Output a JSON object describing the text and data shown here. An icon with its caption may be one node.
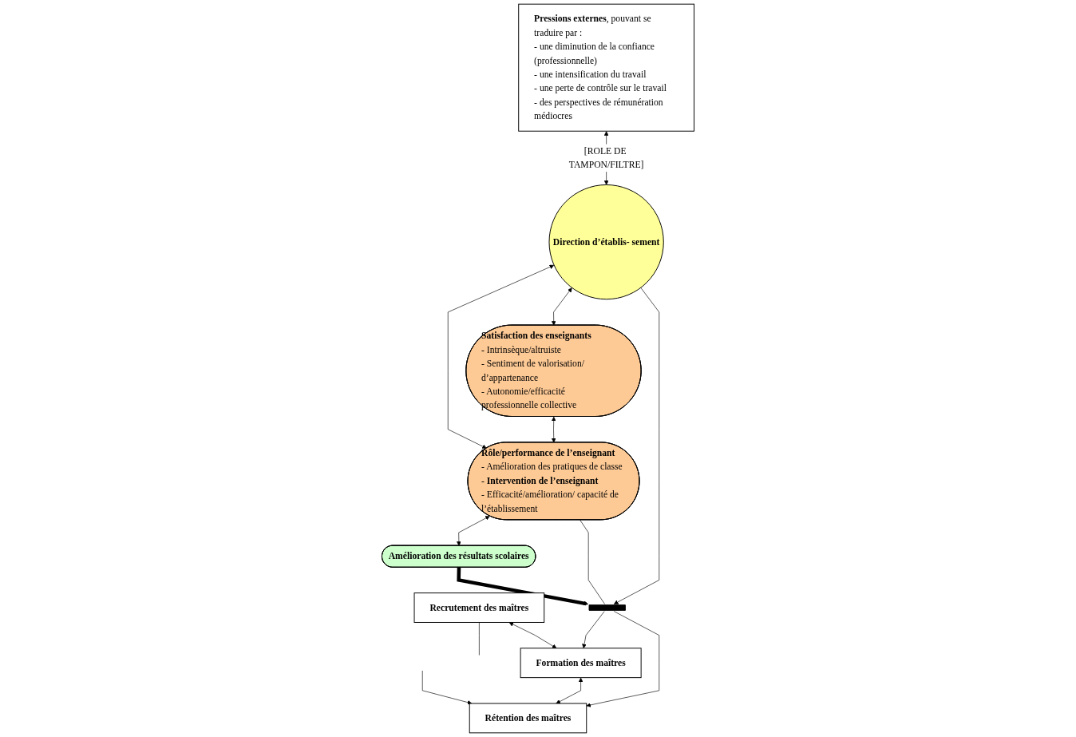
{
  "diagram": {
    "nodes": [
      {
        "text": [
          "Satisfaction des enseignants",
          "- Intrinsèque/altruiste",
          "- Sentiment de valorisation/ d’appartenance",
          "- Autonomie/efficacité professionnelle collective"
        ]
      },
      {
        "text": [
          "Recrutement des maîtres"
        ]
      },
      {
        "text": [
          "Direction d’établis- sement"
        ]
      },
      {
        "text": [
          "Formation des maîtres"
        ]
      },
      {
        "text": [],
        "shape": "bar"
      },
      {
        "text": [
          "Rôle/performance de l’enseignant",
          "- Amélioration des pratiques de classe",
          "- **Intervention de l’enseignant**",
          "- Efficacité/amélioration/ capacité de l’établissement"
        ]
      },
      {
        "text": [
          "Rétention des maîtres"
        ]
      },
      {
        "text": [
          "**Pressions externes**, pouvant se traduire par :",
          "- une diminution de la confiance (professionnelle)",
          "- une intensification du travail",
          "- une perte de contrôle sur le travail",
          "- des perspectives de rémunération médiocres"
        ]
      },
      {
        "text": [
          "Amélioration des résultats scolaires"
        ]
      }
    ],
    "edges": [
      {
        "from": 2,
        "to": 0,
        "arrow": "both"
      },
      {
        "from": 0,
        "to": 5,
        "arrow": "both"
      },
      {
        "from": 2,
        "to": 5,
        "arrow": "both"
      },
      {
        "from": 2,
        "to": 4,
        "arrow": "to"
      },
      {
        "from": 5,
        "to": 4,
        "arrow": "none"
      },
      {
        "from": 8,
        "to": 4,
        "arrow": "to",
        "style": "thick"
      },
      {
        "from": 4,
        "to": 3,
        "arrow": "to"
      },
      {
        "from": 4,
        "to": 6,
        "arrow": "to"
      },
      {
        "from": 1,
        "to": 3,
        "arrow": "both"
      },
      {
        "from": 3,
        "to": 6,
        "arrow": "both"
      },
      {
        "from": 1,
        "to": null,
        "arrow": "none"
      },
      {
        "from": null,
        "to": 6,
        "arrow": "to"
      },
      {
        "from": 7,
        "to": 2,
        "label": "[ROLE DE TAMPON/FILTRE]",
        "arrow": "both"
      },
      {
        "from": 5,
        "to": 8,
        "arrow": "both"
      }
    ]
  }
}
